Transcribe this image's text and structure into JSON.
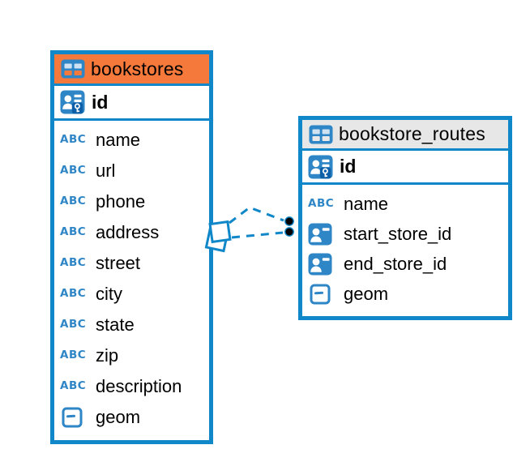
{
  "colors": {
    "accent_blue": "#0f87c8",
    "icon_blue": "#2e86c6",
    "bookstores_header_bg": "#f5793b",
    "routes_header_bg": "#e7e7e7",
    "connector_dot": "#000000"
  },
  "icons": {
    "text_type_label": "ABC"
  },
  "tables": [
    {
      "title": "bookstores",
      "primary_key": {
        "name": "id",
        "icon": "primary-key-icon"
      },
      "columns": [
        {
          "name": "name",
          "icon": "text-type-icon"
        },
        {
          "name": "url",
          "icon": "text-type-icon"
        },
        {
          "name": "phone",
          "icon": "text-type-icon"
        },
        {
          "name": "address",
          "icon": "text-type-icon"
        },
        {
          "name": "street",
          "icon": "text-type-icon"
        },
        {
          "name": "city",
          "icon": "text-type-icon"
        },
        {
          "name": "state",
          "icon": "text-type-icon"
        },
        {
          "name": "zip",
          "icon": "text-type-icon"
        },
        {
          "name": "description",
          "icon": "text-type-icon"
        },
        {
          "name": "geom",
          "icon": "geometry-type-icon"
        }
      ]
    },
    {
      "title": "bookstore_routes",
      "primary_key": {
        "name": "id",
        "icon": "primary-key-icon"
      },
      "columns": [
        {
          "name": "name",
          "icon": "text-type-icon"
        },
        {
          "name": "start_store_id",
          "icon": "id-ref-type-icon"
        },
        {
          "name": "end_store_id",
          "icon": "id-ref-type-icon"
        },
        {
          "name": "geom",
          "icon": "geometry-type-icon"
        }
      ]
    }
  ],
  "connector": {
    "type": "foreign-key-relationship",
    "style": "dashed",
    "from_table": "bookstores",
    "to_table": "bookstore_routes",
    "endpoint_dots": 2
  }
}
